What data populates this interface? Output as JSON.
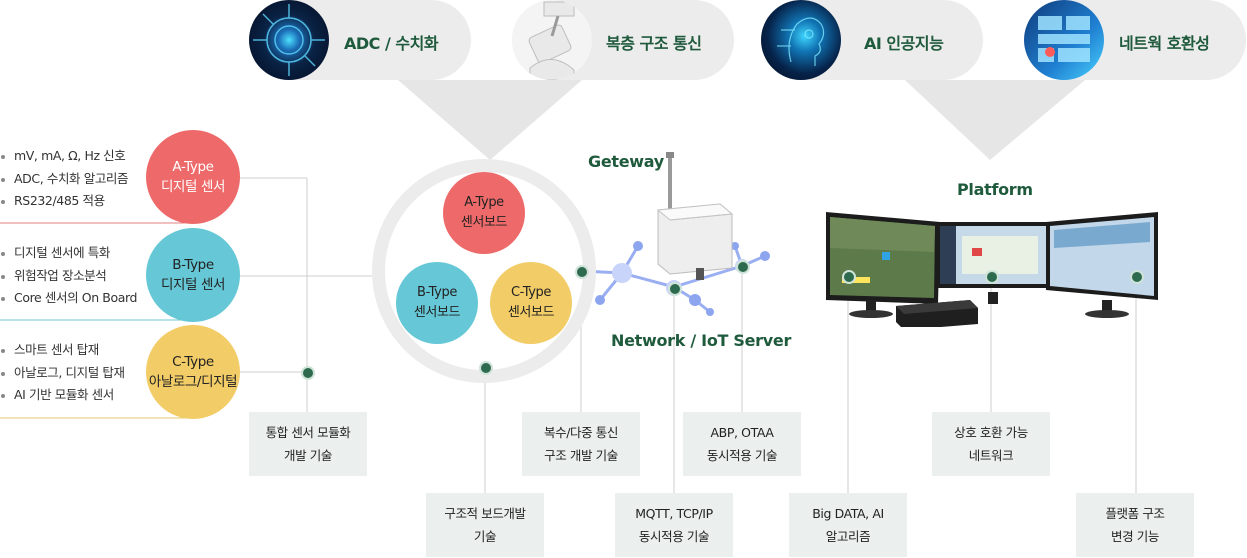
{
  "top_pills": [
    {
      "label": "ADC / 수치화",
      "icon": "circuit-chip-icon"
    },
    {
      "label": "복층 구조 통신",
      "icon": "antenna-device-icon"
    },
    {
      "label": "AI 인공지능",
      "icon": "ai-brain-icon"
    },
    {
      "label": "네트웍 호환성",
      "icon": "network-dashboard-icon"
    }
  ],
  "sensors": [
    {
      "type": "A-Type",
      "name": "디지털 센서",
      "bullets": [
        "mV, mA, Ω,  Hz 신호",
        "ADC, 수치화 알고리즘",
        "RS232/485 적용"
      ],
      "color": "#ee6a6a"
    },
    {
      "type": "B-Type",
      "name": "디지털 센서",
      "bullets": [
        "디지털 센서에 특화",
        "위험작업 장소분석",
        "Core 센서의 On Board"
      ],
      "color": "#66c8d6"
    },
    {
      "type": "C-Type",
      "name": "아날로그/디지털",
      "bullets": [
        "스마트 센서 탑재",
        "아날로그, 디지털 탑재",
        "AI 기반 모듈화 센서"
      ],
      "color": "#f2cc66"
    }
  ],
  "boards": [
    {
      "type": "A-Type",
      "name": "센서보드",
      "color": "#ee6a6a"
    },
    {
      "type": "B-Type",
      "name": "센서보드",
      "color": "#66c8d6"
    },
    {
      "type": "C-Type",
      "name": "센서보드",
      "color": "#f2cc66"
    }
  ],
  "labels": {
    "gateway": "Geteway",
    "network": "Network / IoT Server",
    "platform": "Platform"
  },
  "tech_boxes": [
    {
      "line1": "통합 센서 모듈화",
      "line2": "개발 기술"
    },
    {
      "line1": "구조적 보드개발",
      "line2": "기술"
    },
    {
      "line1": "복수/다중 통신",
      "line2": "구조 개발 기술"
    },
    {
      "line1": "MQTT, TCP/IP",
      "line2": "동시적용 기술"
    },
    {
      "line1": "ABP, OTAA",
      "line2": "동시적용 기술"
    },
    {
      "line1": "Big DATA, AI",
      "line2": "알고리즘"
    },
    {
      "line1": "상호 호환 가능",
      "line2": "네트워크"
    },
    {
      "line1": "플랫폼 구조",
      "line2": "변경 기능"
    }
  ]
}
